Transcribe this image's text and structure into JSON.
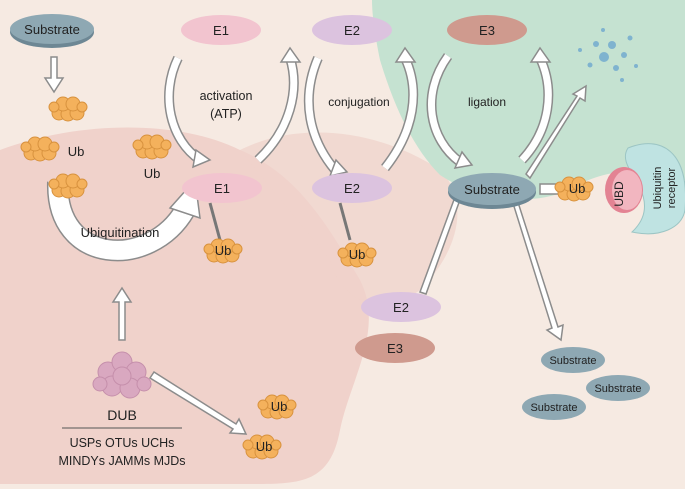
{
  "nodes": {
    "substrate_top": "Substrate",
    "e1_top": "E1",
    "e2_top": "E2",
    "e3_top": "E3",
    "e1_mid": "E1",
    "e2_mid": "E2",
    "substrate_center": "Substrate",
    "e2_bottom": "E2",
    "e3_bottom": "E3",
    "substrate_a": "Substrate",
    "substrate_b": "Substrate",
    "substrate_c": "Substrate"
  },
  "labels": {
    "activation": "activation",
    "atp": "(ATP)",
    "conjugation": "conjugation",
    "ligation": "ligation",
    "ubiquitination": "Ubiquitination",
    "ubd": "UBD",
    "receptor_line1": "Ubiquitin",
    "receptor_line2": "receptor",
    "dub": "DUB",
    "dub_line1": "USPs OTUs UCHs",
    "dub_line2": "MINDYs JAMMs MJDs"
  },
  "ub": {
    "left_cluster": "Ub",
    "free": "Ub",
    "e1_bound": "Ub",
    "e2_bound": "Ub",
    "substrate_bound": "Ub",
    "released_1": "Ub",
    "released_2": "Ub"
  },
  "colors": {
    "background": "#f6eae2",
    "cell": "#f0d2cb",
    "green_region": "#c5e2d1",
    "substrate": "#8ea8b3",
    "e1": "#f2c4cf",
    "e2": "#dcc3df",
    "e3": "#cf9a8e",
    "ub": "#f4b15c",
    "dub": "#d9a8c0",
    "ubd": "#e38393",
    "receptor": "#bfe3e2",
    "arrow_fill": "#ffffff",
    "arrow_stroke": "#8c8c8c"
  }
}
